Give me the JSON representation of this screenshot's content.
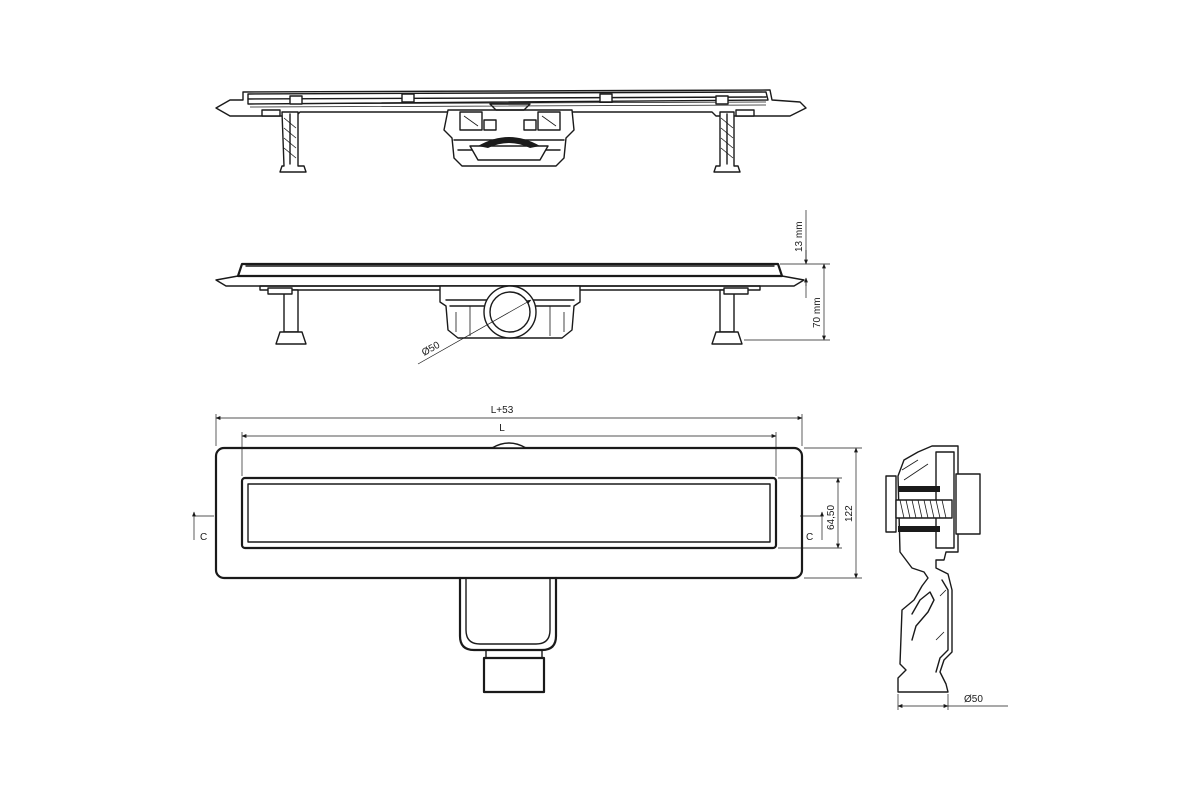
{
  "dimensions": {
    "top_height": "13 mm",
    "body_height": "70 mm",
    "outlet_diameter_side": "Ø50",
    "overall_length": "L+53",
    "grate_length": "L",
    "grate_width": "64,50",
    "overall_width": "122",
    "section_left": "C",
    "section_right": "C",
    "outlet_diameter_section": "Ø50"
  }
}
